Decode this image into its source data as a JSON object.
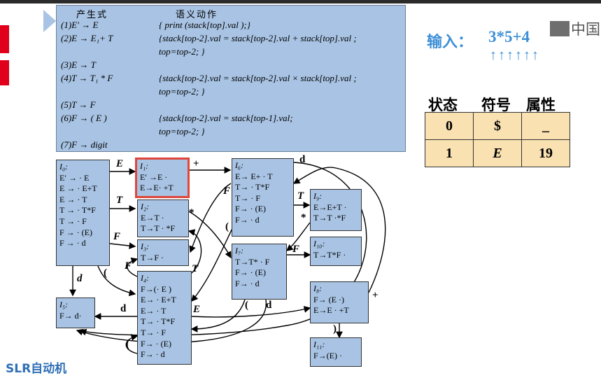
{
  "grammar": {
    "head_production": "产生式",
    "head_action": "语义动作",
    "rows": [
      {
        "prod": "(1)E′ → E",
        "action": "{ print (stack[top].val );}"
      },
      {
        "prod": "(2)E → E₁+ T",
        "action": "{stack[top-2].val = stack[top-2].val + stack[top].val ;"
      },
      {
        "prod": "",
        "action": "top=top-2; }"
      },
      {
        "prod": "(3)E → T",
        "action": ""
      },
      {
        "prod": "(4)T → T₁ * F",
        "action": "{stack[top-2].val = stack[top-2].val × stack[top].val ;"
      },
      {
        "prod": "",
        "action": "top=top-2; }"
      },
      {
        "prod": "(5)T → F",
        "action": ""
      },
      {
        "prod": "(6)F → ( E )",
        "action": "{stack[top-2].val = stack[top-1].val;"
      },
      {
        "prod": "",
        "action": "top=top-2; }"
      },
      {
        "prod": "(7)F → digit",
        "action": ""
      }
    ]
  },
  "input": {
    "label": "输入：",
    "value": "3*5+4",
    "arrows": "↑↑↑↑↑↑"
  },
  "logo": {
    "text": "中国"
  },
  "stack": {
    "headers": [
      "状态",
      "符号",
      "属性"
    ],
    "rows": [
      [
        "0",
        "$",
        "_"
      ],
      [
        "1",
        "E",
        "19"
      ]
    ]
  },
  "states": [
    {
      "id": "I0",
      "title": "I₀:",
      "items": [
        "E′ → · E",
        "E → · E+T",
        "E → · T",
        "T → · T*F",
        "T → · F",
        "F → · (E)",
        "F → · d"
      ]
    },
    {
      "id": "I1",
      "title": "I₁:",
      "items": [
        "E′ →E ·",
        "E→E· +T"
      ]
    },
    {
      "id": "I2",
      "title": "I₂:",
      "items": [
        "E→T ·",
        "T→T · *F"
      ]
    },
    {
      "id": "I3",
      "title": "I₃:",
      "items": [
        "T→F ·"
      ]
    },
    {
      "id": "I4",
      "title": "I₄:",
      "items": [
        "F→(· E )",
        "E→ · E+T",
        "E→ · T",
        "T→ · T*F",
        "T→ · F",
        "F→ · (E)",
        "F→ · d"
      ]
    },
    {
      "id": "I5",
      "title": "I₅:",
      "items": [
        "F→ d·"
      ]
    },
    {
      "id": "I6",
      "title": "I₆:",
      "items": [
        "E→ E+ · T",
        "T→ · T*F",
        "T→ · F",
        "F→ · (E)",
        "F→ · d"
      ]
    },
    {
      "id": "I7",
      "title": "I₇:",
      "items": [
        "T→T* · F",
        "F→ · (E)",
        "F→ · d"
      ]
    },
    {
      "id": "I8",
      "title": "I₈:",
      "items": [
        "F→ (E ·)",
        "E→E · +T"
      ]
    },
    {
      "id": "I9",
      "title": "I₉:",
      "items": [
        "E→E+T ·",
        "T→T ·*F"
      ]
    },
    {
      "id": "I10",
      "title": "I₁₀:",
      "items": [
        "T→T*F ·"
      ]
    },
    {
      "id": "I11",
      "title": "I₁₁:",
      "items": [
        "F→(E) ·"
      ]
    }
  ],
  "edge_labels": {
    "e01": "E",
    "e02": "T",
    "e03": "F",
    "e05": "d",
    "e04": "(",
    "e16": "+",
    "e27": "*",
    "e6d": "d",
    "e69": "T",
    "e63": "F",
    "e64": "(",
    "e97": "*",
    "e710": "F",
    "e74": "(",
    "e75": "d",
    "e48": "E",
    "e4T": "T",
    "e4F": "F",
    "e4d": "d",
    "e44": "(",
    "e86": "+",
    "e811": ")"
  },
  "caption": "SLR自动机",
  "colors": {
    "box": "#a8c3e3",
    "stack_cell": "#f9e1b1",
    "accent": "#3d8fd6",
    "highlight": "#e0463a",
    "tab": "#e0001b"
  }
}
